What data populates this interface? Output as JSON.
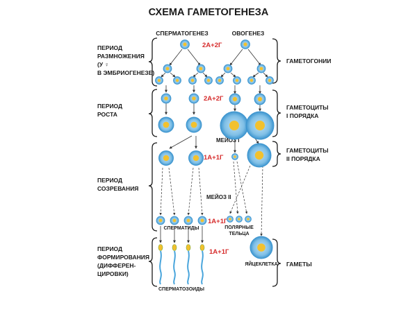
{
  "title": "СХЕМА ГАМЕТОГЕНЕЗА",
  "columns": {
    "spermatogenesis": "СПЕРМАТОГЕНЕЗ",
    "oogenesis": "ОВОГЕНЕЗ"
  },
  "periods": {
    "reproduction": [
      "ПЕРИОД",
      "РАЗМНОЖЕНИЯ",
      "(У ♀",
      "В ЭМБРИОГЕНЕЗЕ)"
    ],
    "growth": [
      "ПЕРИОД",
      "РОСТА"
    ],
    "maturation": [
      "ПЕРИОД",
      "СОЗРЕВАНИЯ"
    ],
    "formation": [
      "ПЕРИОД",
      "ФОРМИРОВАНИЯ",
      "(ДИФФЕРЕН-",
      "ЦИРОВКИ)"
    ]
  },
  "stages": {
    "gametogonia": "ГАМЕТОГОНИИ",
    "gametocytes1": [
      "ГАМЕТОЦИТЫ",
      "I ПОРЯДКА"
    ],
    "gametocytes2": [
      "ГАМЕТОЦИТЫ",
      "II ПОРЯДКА"
    ],
    "gametes": "ГАМЕТЫ"
  },
  "formulas": {
    "diploid": "2А+2Г",
    "haploid": "1А+1Г"
  },
  "meiosis": {
    "first": "МЕЙОЗ I",
    "second": "МЕЙОЗ II"
  },
  "cell_labels": {
    "spermatids": "СПЕРМАТИДЫ",
    "polar_bodies": [
      "ПОЛЯРНЫЕ",
      "ТЕЛЬЦА"
    ],
    "egg": "ЯЙЦЕКЛЕТКА",
    "spermatozoa": "СПЕРМАТОЗОИДЫ"
  },
  "colors": {
    "cell_outer": "#4fa6d8",
    "cell_inner": "#9fcde9",
    "nucleus": "#f2c12e",
    "formula": "#d62b2b"
  }
}
